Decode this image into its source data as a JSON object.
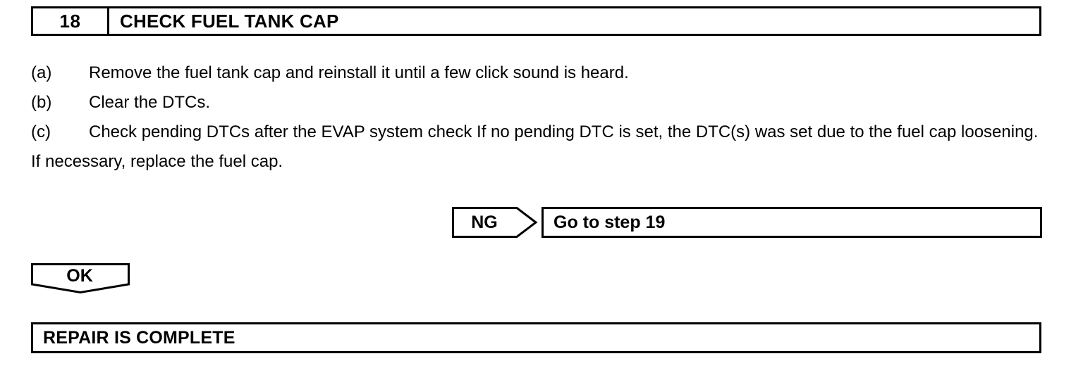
{
  "step_header": {
    "number": "18",
    "title": "CHECK FUEL TANK CAP"
  },
  "procedure": {
    "items": [
      {
        "label": "(a)",
        "text": "Remove the fuel tank cap and reinstall it until a few click sound is heard."
      },
      {
        "label": "(b)",
        "text": "Clear the DTCs."
      },
      {
        "label": "(c)",
        "text": "Check pending DTCs after the EVAP system check If no pending DTC is set, the DTC(s) was set due to the fuel cap loosening."
      }
    ],
    "note": "If necessary, replace the fuel cap."
  },
  "branches": {
    "ng": {
      "flag_label": "NG",
      "result_label": "Go to step 19"
    },
    "ok": {
      "flag_label": "OK"
    }
  },
  "final_result": {
    "label": "REPAIR IS COMPLETE"
  },
  "colors": {
    "ink": "#000000",
    "paper": "#ffffff"
  }
}
